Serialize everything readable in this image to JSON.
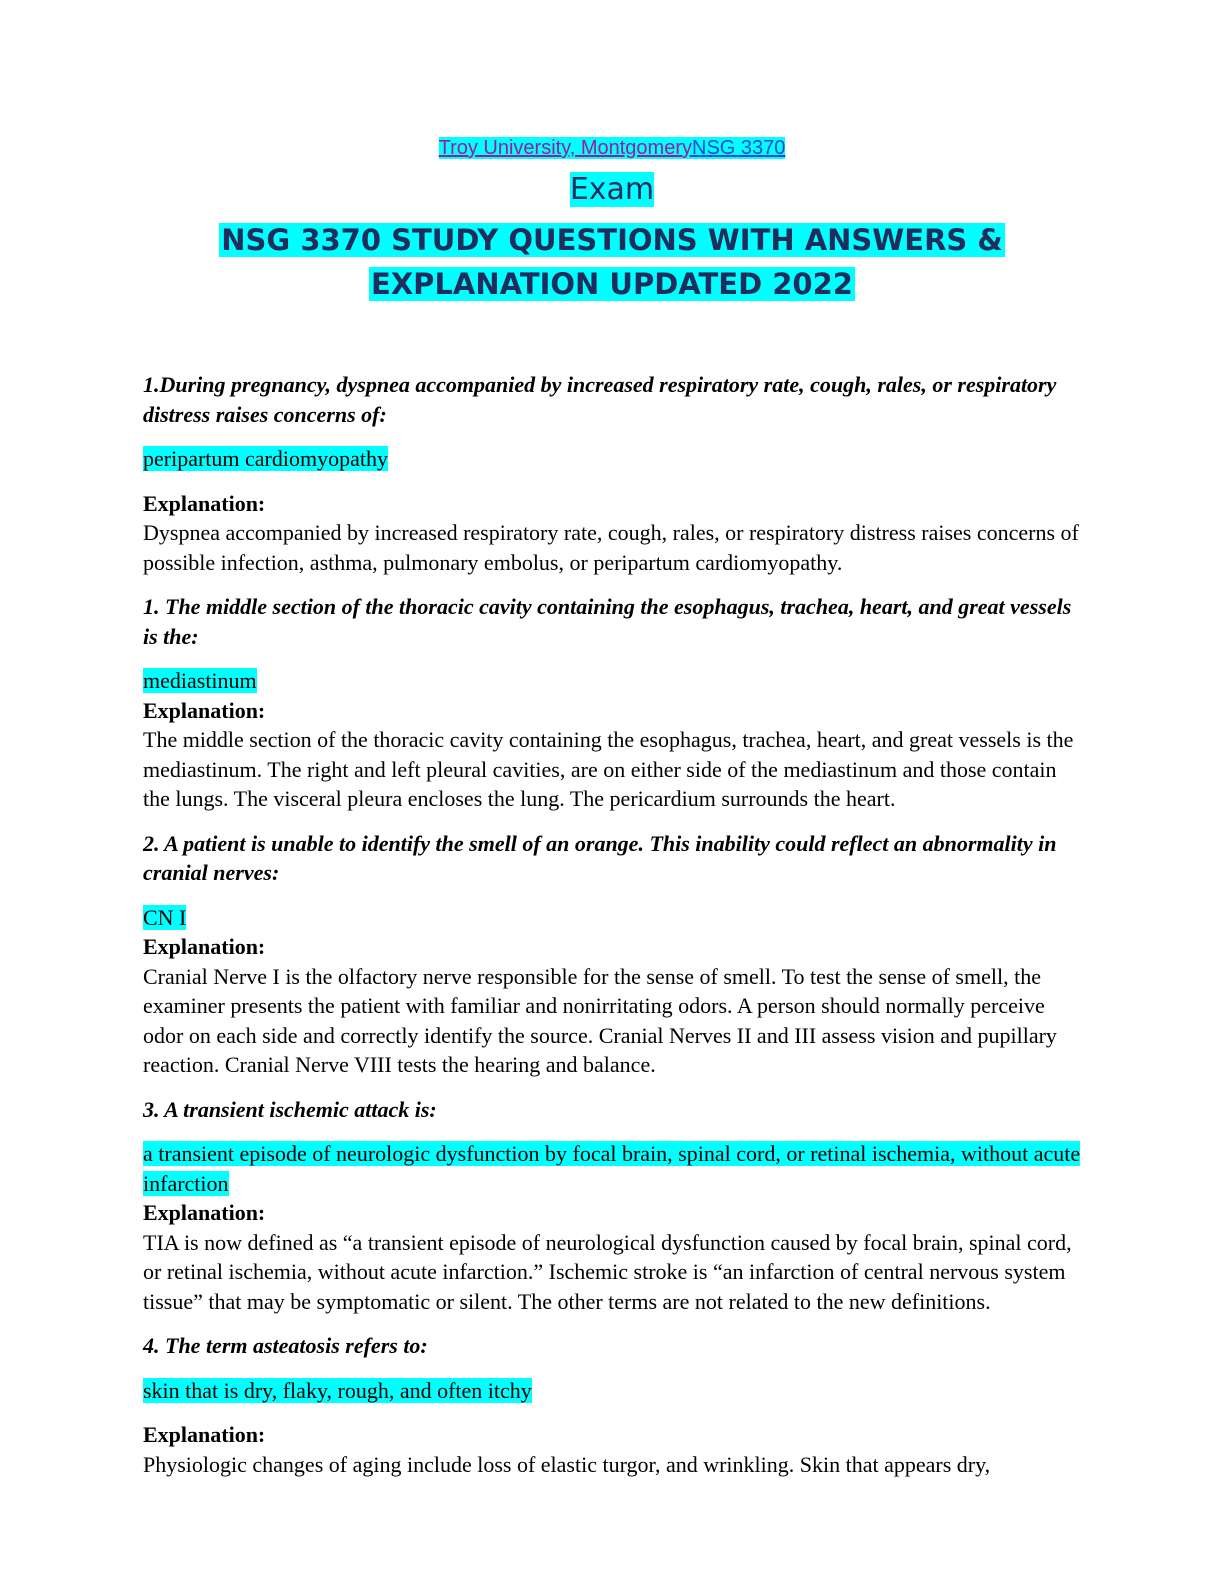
{
  "header": {
    "university_link": "Troy University, Montgomery",
    "course_link": "NSG 3370",
    "exam": "Exam",
    "title_line1": "NSG 3370 STUDY QUESTIONS WITH ANSWERS &",
    "title_line2": "EXPLANATION UPDATED 2022"
  },
  "questions": [
    {
      "question": "1.During pregnancy, dyspnea accompanied by increased respiratory rate, cough, rales, or respiratory distress raises concerns of:",
      "answer": "peripartum cardiomyopathy",
      "explanation_label": "Explanation:",
      "explanation": "Dyspnea accompanied by increased respiratory rate, cough, rales, or respiratory distress raises concerns of possible infection, asthma, pulmonary embolus, or peripartum cardiomyopathy."
    },
    {
      "question": "1. The middle section of the thoracic cavity containing the esophagus, trachea, heart, and great vessels is the:",
      "answer": "mediastinum",
      "explanation_label": "Explanation:",
      "explanation": "The middle section of the thoracic cavity containing the esophagus, trachea, heart, and great vessels is the mediastinum. The right and left pleural cavities, are on either side of the mediastinum and those contain the lungs. The visceral pleura encloses the lung. The pericardium surrounds the heart."
    },
    {
      "question": "2. A patient is unable to identify the smell of an orange. This inability could reflect an abnormality in cranial nerves:",
      "answer": "CN I",
      "explanation_label": "Explanation:",
      "explanation": "Cranial Nerve I is the olfactory nerve responsible for the sense of smell. To test the sense of smell, the examiner presents the patient with familiar and nonirritating odors. A person should normally perceive odor on each side and correctly identify the source. Cranial Nerves II and III assess vision and pupillary reaction. Cranial Nerve VIII tests the hearing and balance."
    },
    {
      "question": "3. A transient ischemic attack is:",
      "answer": "a transient episode of neurologic dysfunction by focal brain, spinal cord, or retinal ischemia, without acute infarction",
      "explanation_label": "Explanation:",
      "explanation": "TIA is now defined as “a transient episode of neurological dysfunction caused by focal brain, spinal cord, or retinal ischemia, without acute infarction.” Ischemic stroke is “an infarction of central nervous system tissue” that may be symptomatic or silent. The other terms are not related to the new definitions."
    },
    {
      "question": "4. The term asteatosis refers to:",
      "answer": "skin that is dry, flaky, rough, and often itchy",
      "explanation_label": "Explanation:",
      "explanation": "Physiologic changes of aging include loss of elastic turgor, and wrinkling. Skin that appears dry,"
    }
  ]
}
